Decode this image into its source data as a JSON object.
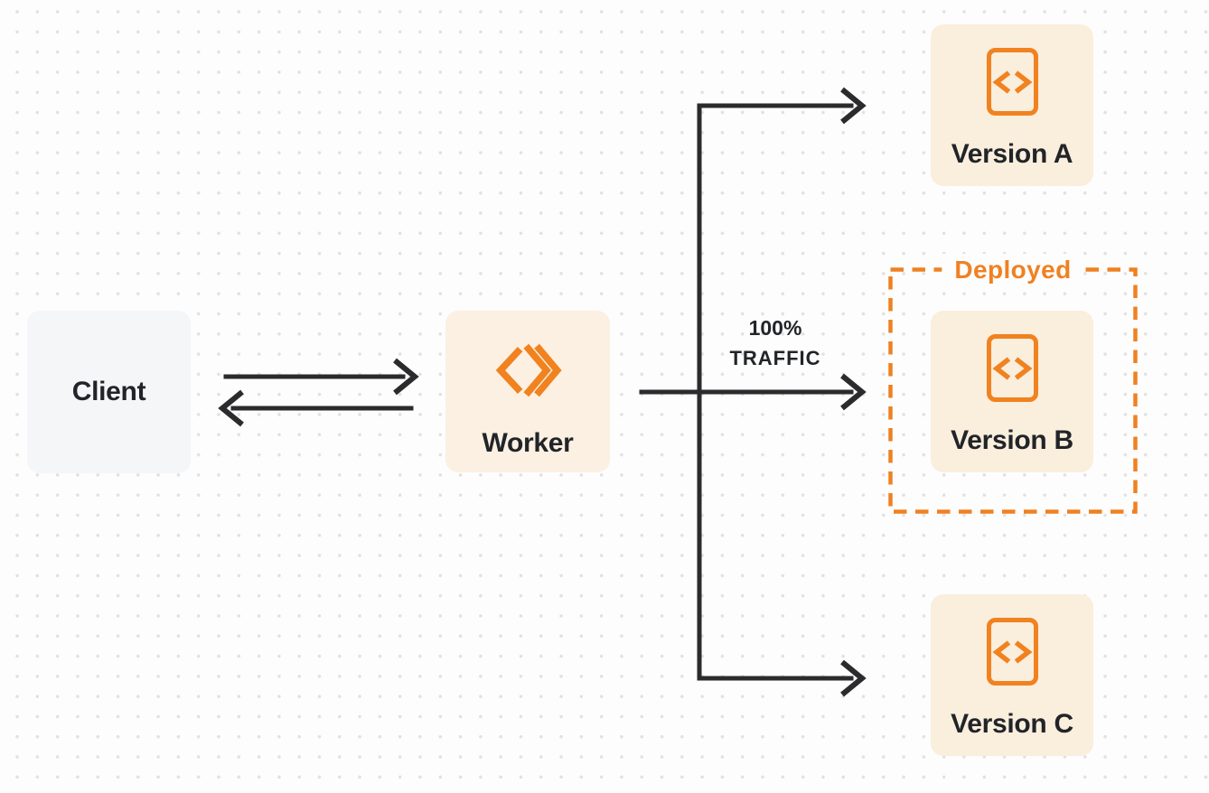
{
  "diagram": {
    "client": {
      "label": "Client"
    },
    "worker": {
      "label": "Worker"
    },
    "traffic_label": {
      "line1": "100%",
      "line2": "TRAFFIC"
    },
    "deployed": {
      "label": "Deployed"
    },
    "versions": [
      {
        "label": "Version A",
        "deployed": false
      },
      {
        "label": "Version B",
        "deployed": true
      },
      {
        "label": "Version C",
        "deployed": false
      }
    ]
  },
  "icons": {
    "worker_icon": "workers-double-chevron-icon",
    "version_icon": "code-file-icon"
  },
  "colors": {
    "background": "#fdfdfd",
    "dot_grid": "#e1e1e1",
    "accent_orange": "#ef8122",
    "version_box_fill": "#faeedd",
    "worker_box_fill": "#fbf0e1",
    "client_box_fill": "#f5f6f8",
    "arrow_dark": "#2b2b2e",
    "text_dark": "#212428"
  }
}
